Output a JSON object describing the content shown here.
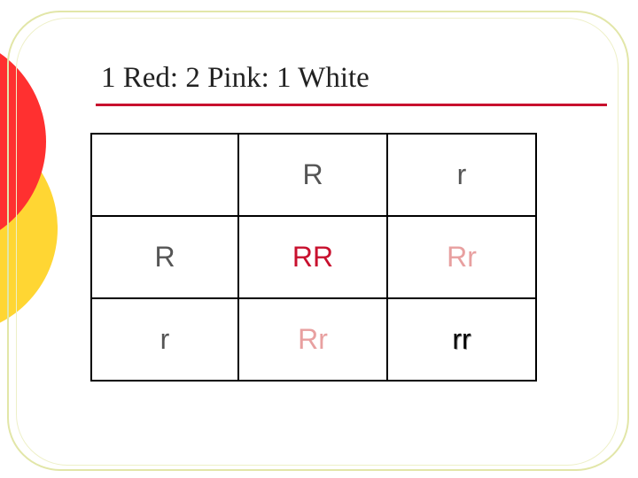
{
  "slide": {
    "title": "1 Red: 2 Pink: 1 White",
    "colors": {
      "accent_red": "#c8102e",
      "pink": "#e8a0a0",
      "deco_red": "#ff3030",
      "deco_yellow": "#ffd633",
      "frame": "#e2e6a8"
    }
  },
  "punnett": {
    "column_headers": [
      "",
      "R",
      "r"
    ],
    "rows": [
      {
        "header": "R",
        "cells": [
          "RR",
          "Rr"
        ]
      },
      {
        "header": "r",
        "cells": [
          "Rr",
          "rr"
        ]
      }
    ]
  }
}
